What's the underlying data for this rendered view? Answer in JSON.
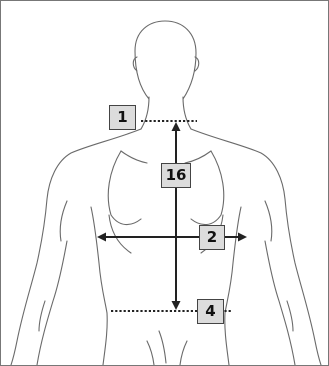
{
  "labels": {
    "neck": "1",
    "back_length": "16",
    "chest_width": "2",
    "waist": "4"
  },
  "colors": {
    "outline": "#6a6a6a",
    "measure_line": "#222222",
    "badge_fill": "#dcdcdc"
  }
}
